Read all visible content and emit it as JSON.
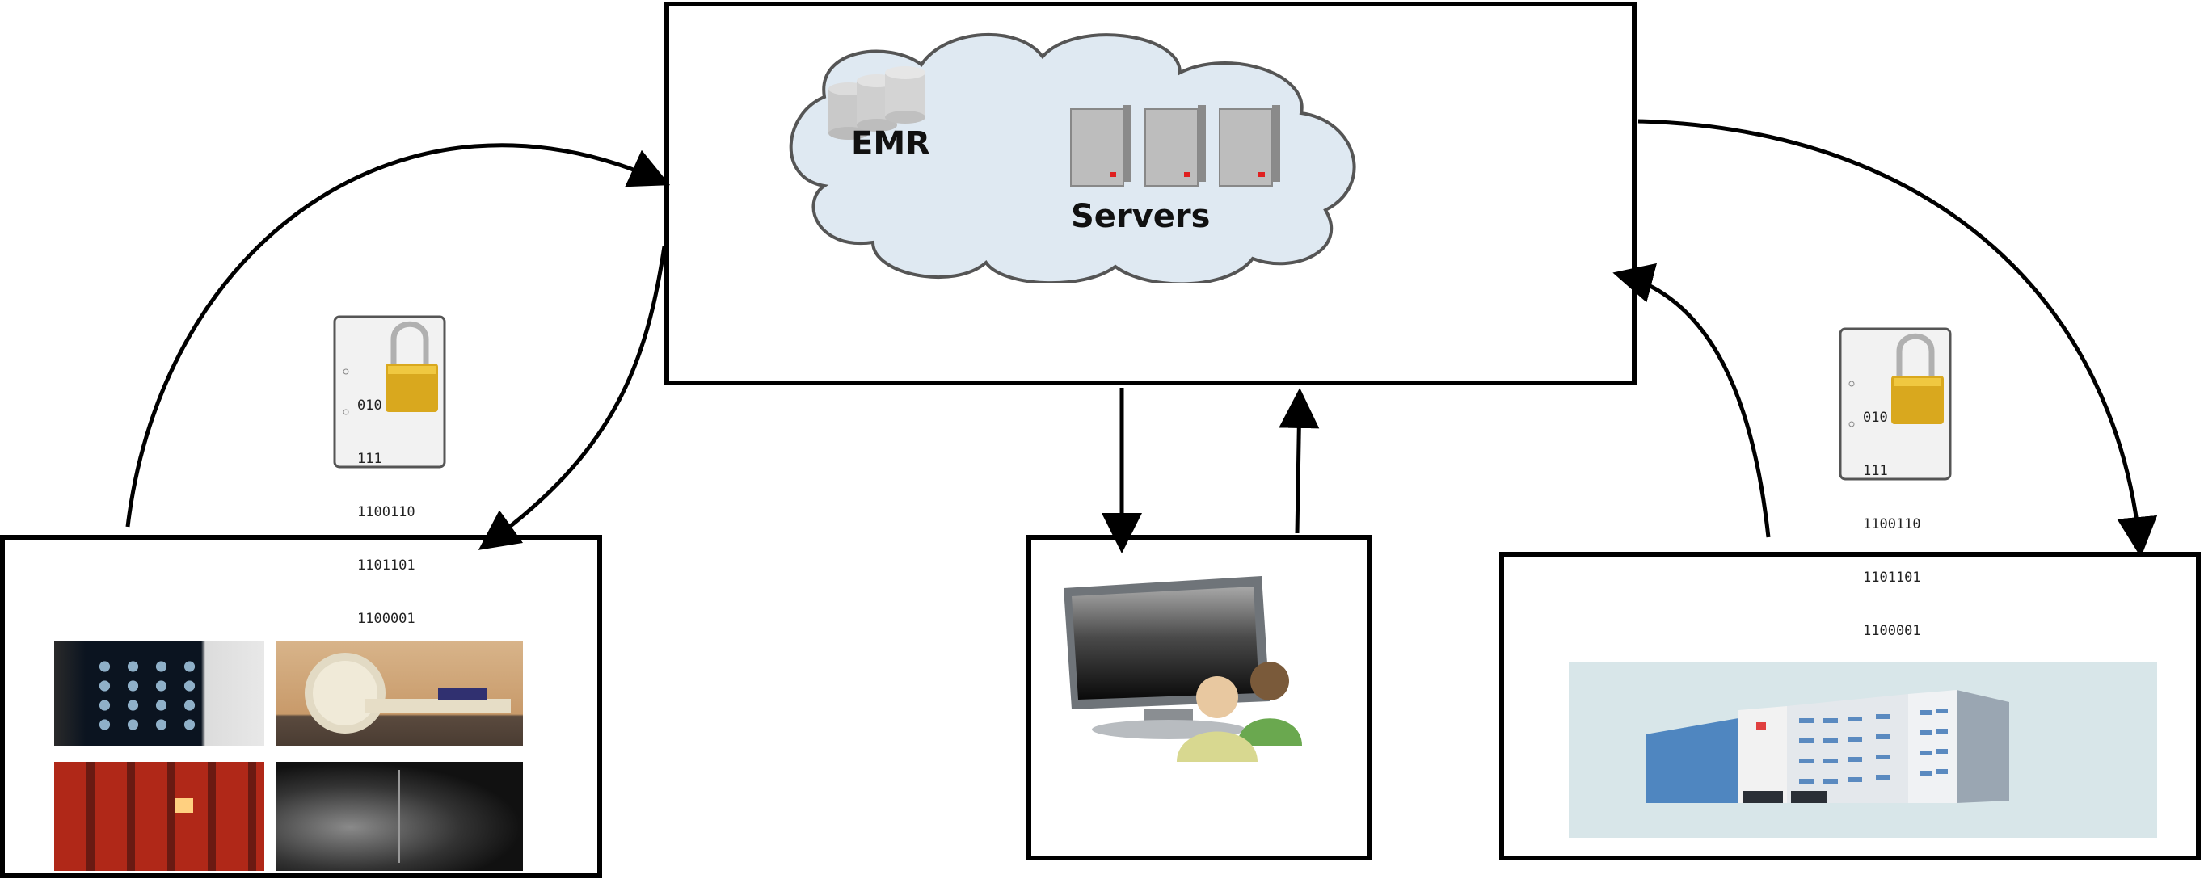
{
  "diagram": {
    "cloud": {
      "emr_label": "EMR",
      "servers_label": "Servers",
      "fill_color": "#dfe9f2",
      "outline_color": "#555555"
    },
    "nodes": [
      {
        "id": "central-cloud",
        "description": "Cloud hosting EMR database and servers"
      },
      {
        "id": "medical-imaging",
        "description": "Medical imaging devices (MRI scans, CT scanner, PET, ultrasound)"
      },
      {
        "id": "clinicians",
        "description": "Users at a monitor workstation"
      },
      {
        "id": "hospital",
        "description": "Hospital building"
      }
    ],
    "encryption_badges": [
      {
        "lines": [
          "010",
          "111",
          "1100110",
          "1101101",
          "1100001"
        ],
        "icon": "encrypted-document-lock-icon"
      },
      {
        "lines": [
          "010",
          "111",
          "1100110",
          "1101101",
          "1100001"
        ],
        "icon": "encrypted-document-lock-icon"
      }
    ],
    "edges": [
      {
        "from": "medical-imaging",
        "to": "central-cloud"
      },
      {
        "from": "central-cloud",
        "to": "medical-imaging"
      },
      {
        "from": "central-cloud",
        "to": "clinicians"
      },
      {
        "from": "clinicians",
        "to": "central-cloud"
      },
      {
        "from": "hospital",
        "to": "central-cloud"
      },
      {
        "from": "central-cloud",
        "to": "hospital"
      }
    ],
    "server_led_color": "#e02020"
  }
}
